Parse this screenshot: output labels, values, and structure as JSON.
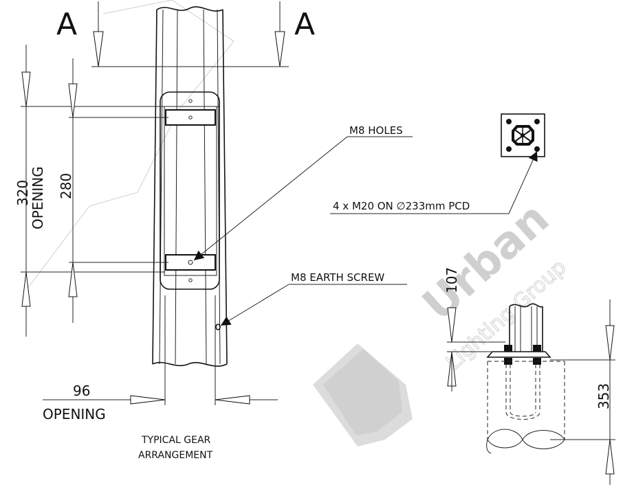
{
  "section_marks": {
    "left": "A",
    "right": "A"
  },
  "dimensions": {
    "opening_height": "320",
    "opening_height_label": "OPENING",
    "tray_spacing": "280",
    "opening_width": "96",
    "opening_width_label": "OPENING",
    "base_plate_height": "107",
    "embedment_depth": "353"
  },
  "callouts": {
    "m8_holes": "M8 HOLES",
    "bolt_pattern": "4 x M20 ON ∅233mm PCD",
    "earth_screw": "M8 EARTH SCREW"
  },
  "caption": {
    "line1": "TYPICAL GEAR",
    "line2": "ARRANGEMENT"
  },
  "watermark": {
    "line1": "Urban",
    "line2": "Lighting Group"
  }
}
